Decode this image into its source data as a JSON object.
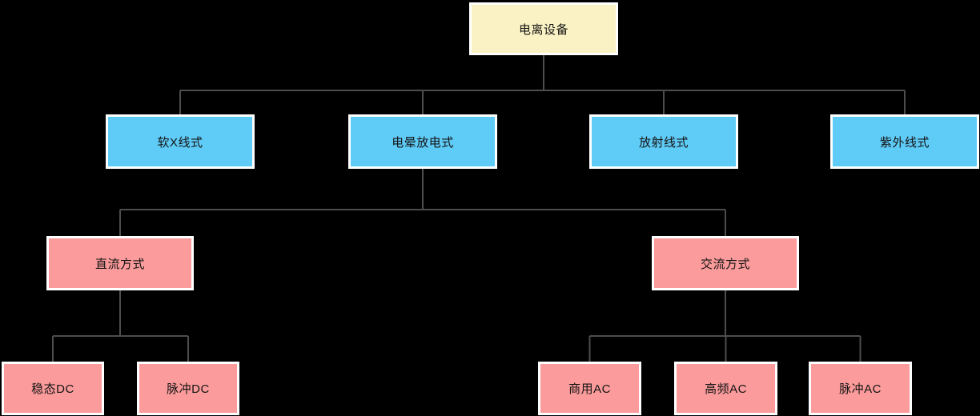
{
  "diagram": {
    "colors": {
      "background": "#000000",
      "root_fill": "#FAF2C4",
      "level1_fill": "#5FCBF7",
      "level2_fill": "#FB9B9B",
      "node_border": "#FFFFFF",
      "node_text": "#141414",
      "connector": "#4D4D4D"
    },
    "nodes": [
      {
        "id": "root",
        "label": "电离设备",
        "level": "root",
        "parent": null
      },
      {
        "id": "soft-xray",
        "label": "软X线式",
        "level": "l1",
        "parent": "root"
      },
      {
        "id": "corona",
        "label": "电晕放电式",
        "level": "l1",
        "parent": "root"
      },
      {
        "id": "radiation",
        "label": "放射线式",
        "level": "l1",
        "parent": "root"
      },
      {
        "id": "uv",
        "label": "紫外线式",
        "level": "l1",
        "parent": "root"
      },
      {
        "id": "dc",
        "label": "直流方式",
        "level": "l2",
        "parent": "corona"
      },
      {
        "id": "ac",
        "label": "交流方式",
        "level": "l2",
        "parent": "corona"
      },
      {
        "id": "steady-dc",
        "label": "稳态DC",
        "level": "l3",
        "parent": "dc"
      },
      {
        "id": "pulse-dc",
        "label": "脉冲DC",
        "level": "l3",
        "parent": "dc"
      },
      {
        "id": "commercial-ac",
        "label": "商用AC",
        "level": "l3",
        "parent": "ac"
      },
      {
        "id": "hf-ac",
        "label": "高频AC",
        "level": "l3",
        "parent": "ac"
      },
      {
        "id": "pulse-ac",
        "label": "脉冲AC",
        "level": "l3",
        "parent": "ac"
      }
    ]
  }
}
